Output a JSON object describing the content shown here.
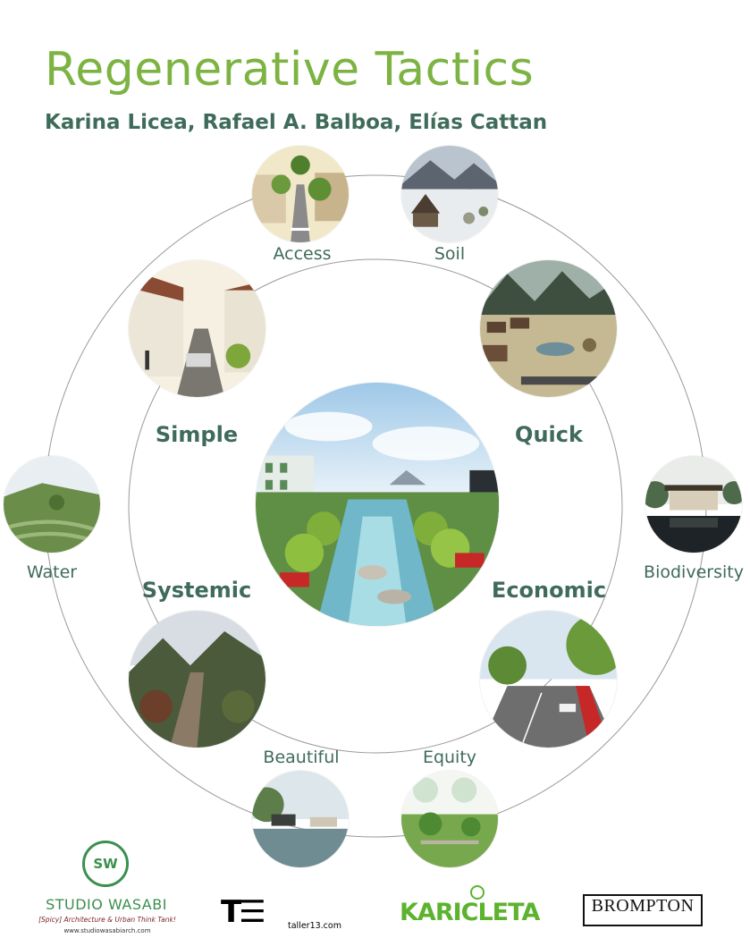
{
  "header": {
    "title": "Regenerative Tactics",
    "authors": "Karina Licea, Rafael A. Balboa, Elías Cattan"
  },
  "diagram": {
    "outer_labels": {
      "access": "Access",
      "soil": "Soil",
      "water": "Water",
      "biodiversity": "Biodiversity",
      "beautiful": "Beautiful",
      "equity": "Equity"
    },
    "inner_labels": {
      "simple": "Simple",
      "quick": "Quick",
      "systemic": "Systemic",
      "economic": "Economic"
    },
    "colors": {
      "title": "#7cb342",
      "labels": "#3f6b5a",
      "ring_lines": "#9a9a9a"
    }
  },
  "footer": {
    "studio_wasabi": {
      "logo_text": "SW",
      "name": "STUDIO WASABI",
      "tagline": "[Spicy] Architecture & Urban Think Tank!",
      "url": "www.studiowasabiarch.com"
    },
    "taller13": {
      "mark": "T☰",
      "url": "taller13.com"
    },
    "karicleta": {
      "name": "KARICLETA"
    },
    "brompton": {
      "name": "BROMPTON"
    }
  }
}
